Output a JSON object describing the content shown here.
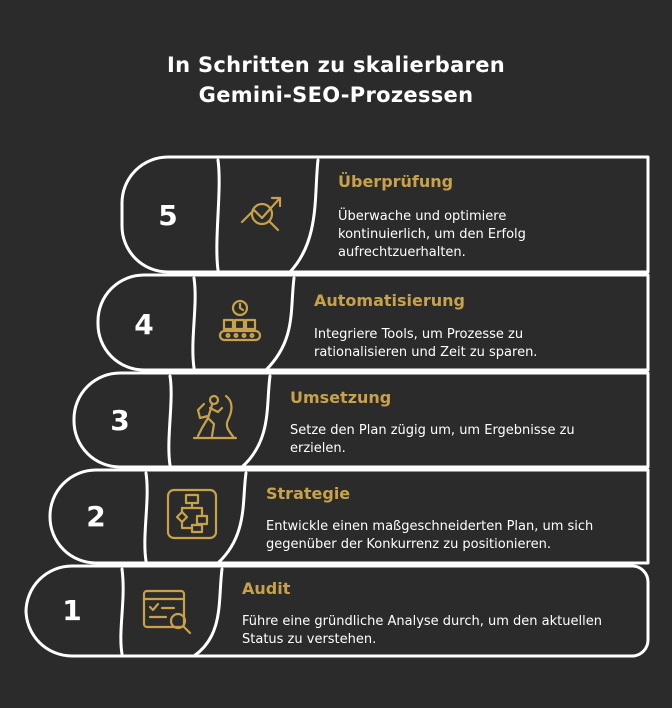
{
  "title": {
    "line1": "In  Schritten zu skalierbaren",
    "line2": "Gemini-SEO-Prozessen"
  },
  "steps": [
    {
      "number": "5",
      "title": "Überprüfung",
      "description": "Überwache und optimiere kontinuierlich, um den Erfolg aufrechtzuerhalten.",
      "icon": "magnifier-trend-icon"
    },
    {
      "number": "4",
      "title": "Automatisierung",
      "description": "Integriere Tools, um Prozesse zu rationalisieren und Zeit zu sparen.",
      "icon": "clock-conveyor-icon"
    },
    {
      "number": "3",
      "title": "Umsetzung",
      "description": "Setze den Plan zügig um, um Ergebnisse zu erzielen.",
      "icon": "climber-icon"
    },
    {
      "number": "2",
      "title": "Strategie",
      "description": "Entwickle einen maßgeschneiderten Plan, um sich gegenüber der Konkurrenz zu positionieren.",
      "icon": "flowchart-icon"
    },
    {
      "number": "1",
      "title": "Audit",
      "description": "Führe eine gründliche Analyse durch, um den aktuellen Status zu verstehen.",
      "icon": "checklist-search-icon"
    }
  ],
  "colors": {
    "background": "#2b2b2b",
    "accent": "#c8a24a",
    "text": "#ffffff",
    "outline": "#ffffff"
  }
}
